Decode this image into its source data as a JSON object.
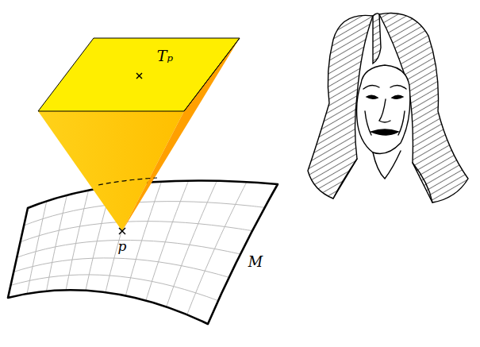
{
  "diagram": {
    "labels": [
      "Tₚ",
      "p",
      "M"
    ]
  }
}
